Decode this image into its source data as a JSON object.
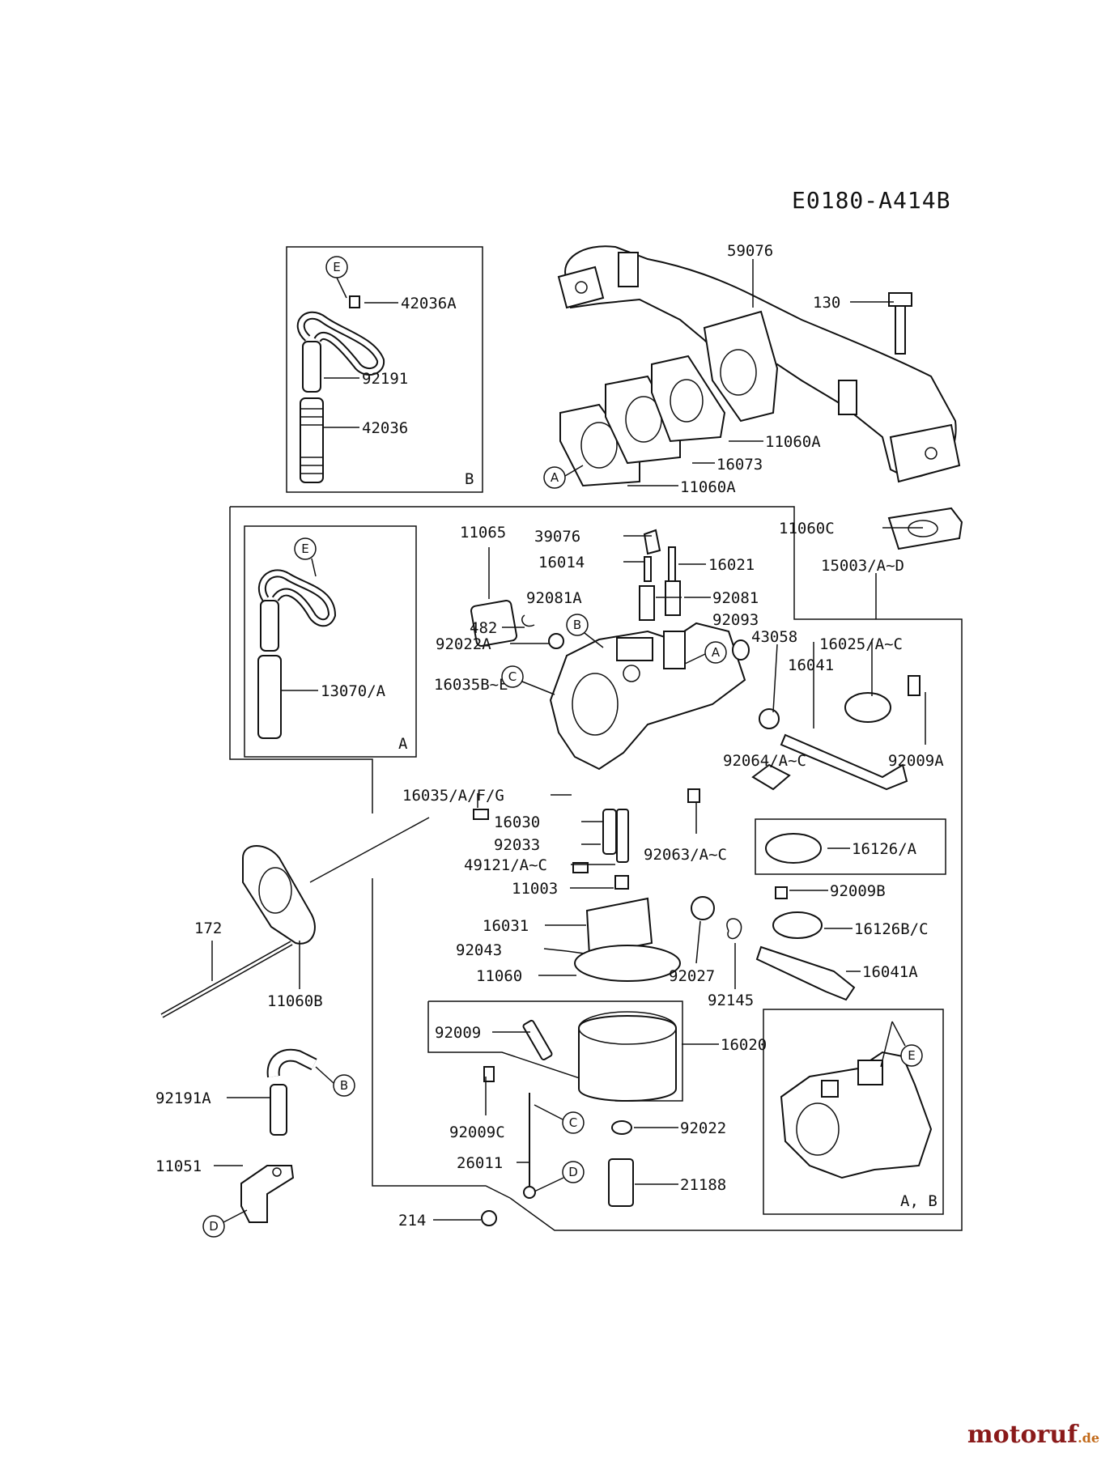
{
  "diagram_code": "E0180-A414B",
  "watermark": {
    "brand": "motoruf",
    "tld": ".de"
  },
  "inset_labels": {
    "inset_b": "B",
    "inset_a": "A",
    "inset_ab": "A, B"
  },
  "callout_letters": [
    "A",
    "B",
    "C",
    "D",
    "E"
  ],
  "parts": {
    "p59076": "59076",
    "p130": "130",
    "p11060A_1": "11060A",
    "p16073": "16073",
    "p11060A_2": "11060A",
    "p11060C": "11060C",
    "p15003": "15003/A~D",
    "p42036A": "42036A",
    "p92191": "92191",
    "p42036": "42036",
    "p13070": "13070/A",
    "p11065": "11065",
    "p39076": "39076",
    "p16014": "16014",
    "p16021": "16021",
    "p92081A": "92081A",
    "p92081": "92081",
    "p92093": "92093",
    "p482": "482",
    "p92022A": "92022A",
    "p43058": "43058",
    "p16025": "16025/A~C",
    "p16041": "16041",
    "p16035B": "16035B~E",
    "p92009A": "92009A",
    "p92064": "92064/A~C",
    "p16035A": "16035/A/F/G",
    "p16030": "16030",
    "p92033": "92033",
    "p49121": "49121/A~C",
    "p92063": "92063/A~C",
    "p16126A": "16126/A",
    "p11003": "11003",
    "p92009B": "92009B",
    "p16031": "16031",
    "p16126B": "16126B/C",
    "p92043": "92043",
    "p11060": "11060",
    "p92027": "92027",
    "p16041A": "16041A",
    "p92145": "92145",
    "p172": "172",
    "p11060B": "11060B",
    "p92009": "92009",
    "p16020": "16020",
    "p92191A": "92191A",
    "p92009C": "92009C",
    "p92022": "92022",
    "p26011": "26011",
    "p11051": "11051",
    "p21188": "21188",
    "p214": "214"
  }
}
